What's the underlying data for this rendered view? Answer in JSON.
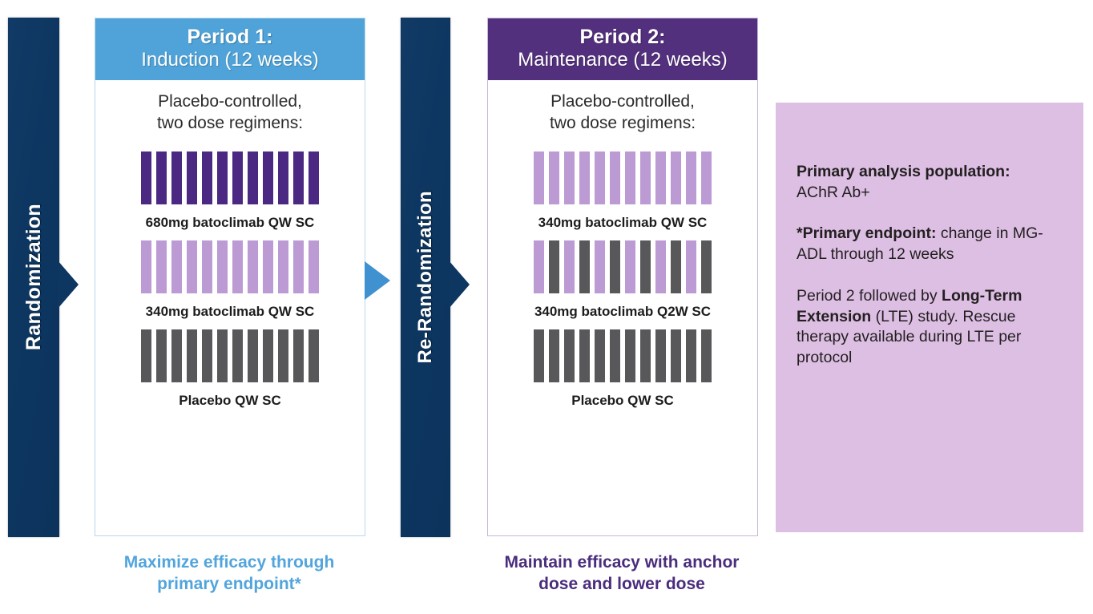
{
  "colors": {
    "navy": "#0d3661",
    "period1_header": "#4fa3d8",
    "period2_header": "#53307d",
    "dark_purple_bar": "#4b2882",
    "light_purple_bar": "#bc9bd4",
    "gray_bar": "#58585a",
    "info_panel_bg": "#dcbfe3",
    "footer1_text": "#52a5dc",
    "footer2_text": "#4a2d7d",
    "transition_arrow": "#3f91cf"
  },
  "randomization": {
    "first": "Randomization",
    "second": "Re-Randomization"
  },
  "periods": [
    {
      "id": "period1",
      "header_line1": "Period 1:",
      "header_line2": "Induction (12 weeks)",
      "subtitle_line1": "Placebo-controlled,",
      "subtitle_line2": "two dose regimens:",
      "regimens": [
        {
          "caption": "680mg batoclimab QW SC",
          "bar_count": 12,
          "pattern": [
            "dark-purple",
            "dark-purple",
            "dark-purple",
            "dark-purple",
            "dark-purple",
            "dark-purple",
            "dark-purple",
            "dark-purple",
            "dark-purple",
            "dark-purple",
            "dark-purple",
            "dark-purple"
          ]
        },
        {
          "caption": "340mg batoclimab QW SC",
          "bar_count": 12,
          "pattern": [
            "light-purple",
            "light-purple",
            "light-purple",
            "light-purple",
            "light-purple",
            "light-purple",
            "light-purple",
            "light-purple",
            "light-purple",
            "light-purple",
            "light-purple",
            "light-purple"
          ]
        },
        {
          "caption": "Placebo QW SC",
          "bar_count": 12,
          "pattern": [
            "gray",
            "gray",
            "gray",
            "gray",
            "gray",
            "gray",
            "gray",
            "gray",
            "gray",
            "gray",
            "gray",
            "gray"
          ]
        }
      ],
      "footer_line1": "Maximize efficacy through",
      "footer_line2": "primary endpoint*"
    },
    {
      "id": "period2",
      "header_line1": "Period 2:",
      "header_line2": "Maintenance (12 weeks)",
      "subtitle_line1": "Placebo-controlled,",
      "subtitle_line2": "two dose regimens:",
      "regimens": [
        {
          "caption": "340mg batoclimab QW SC",
          "bar_count": 12,
          "pattern": [
            "light-purple",
            "light-purple",
            "light-purple",
            "light-purple",
            "light-purple",
            "light-purple",
            "light-purple",
            "light-purple",
            "light-purple",
            "light-purple",
            "light-purple",
            "light-purple"
          ]
        },
        {
          "caption": "340mg batoclimab Q2W SC",
          "bar_count": 12,
          "pattern": [
            "light-purple",
            "gray",
            "light-purple",
            "gray",
            "light-purple",
            "gray",
            "light-purple",
            "gray",
            "light-purple",
            "gray",
            "light-purple",
            "gray"
          ]
        },
        {
          "caption": "Placebo QW SC",
          "bar_count": 12,
          "pattern": [
            "gray",
            "gray",
            "gray",
            "gray",
            "gray",
            "gray",
            "gray",
            "gray",
            "gray",
            "gray",
            "gray",
            "gray"
          ]
        }
      ],
      "footer_line1": "Maintain efficacy with anchor",
      "footer_line2": "dose and lower dose"
    }
  ],
  "info_panel": {
    "blocks": [
      {
        "bold_prefix": "Primary analysis population:",
        "rest": " AChR Ab+",
        "break_after_prefix": true
      },
      {
        "bold_prefix": "*Primary endpoint:",
        "rest": " change in MG-ADL through 12 weeks",
        "break_after_prefix": false
      },
      {
        "lead": "Period 2 followed by ",
        "bold_mid": "Long-Term Extension",
        "tail": " (LTE) study. Rescue therapy available during LTE per protocol"
      }
    ]
  }
}
